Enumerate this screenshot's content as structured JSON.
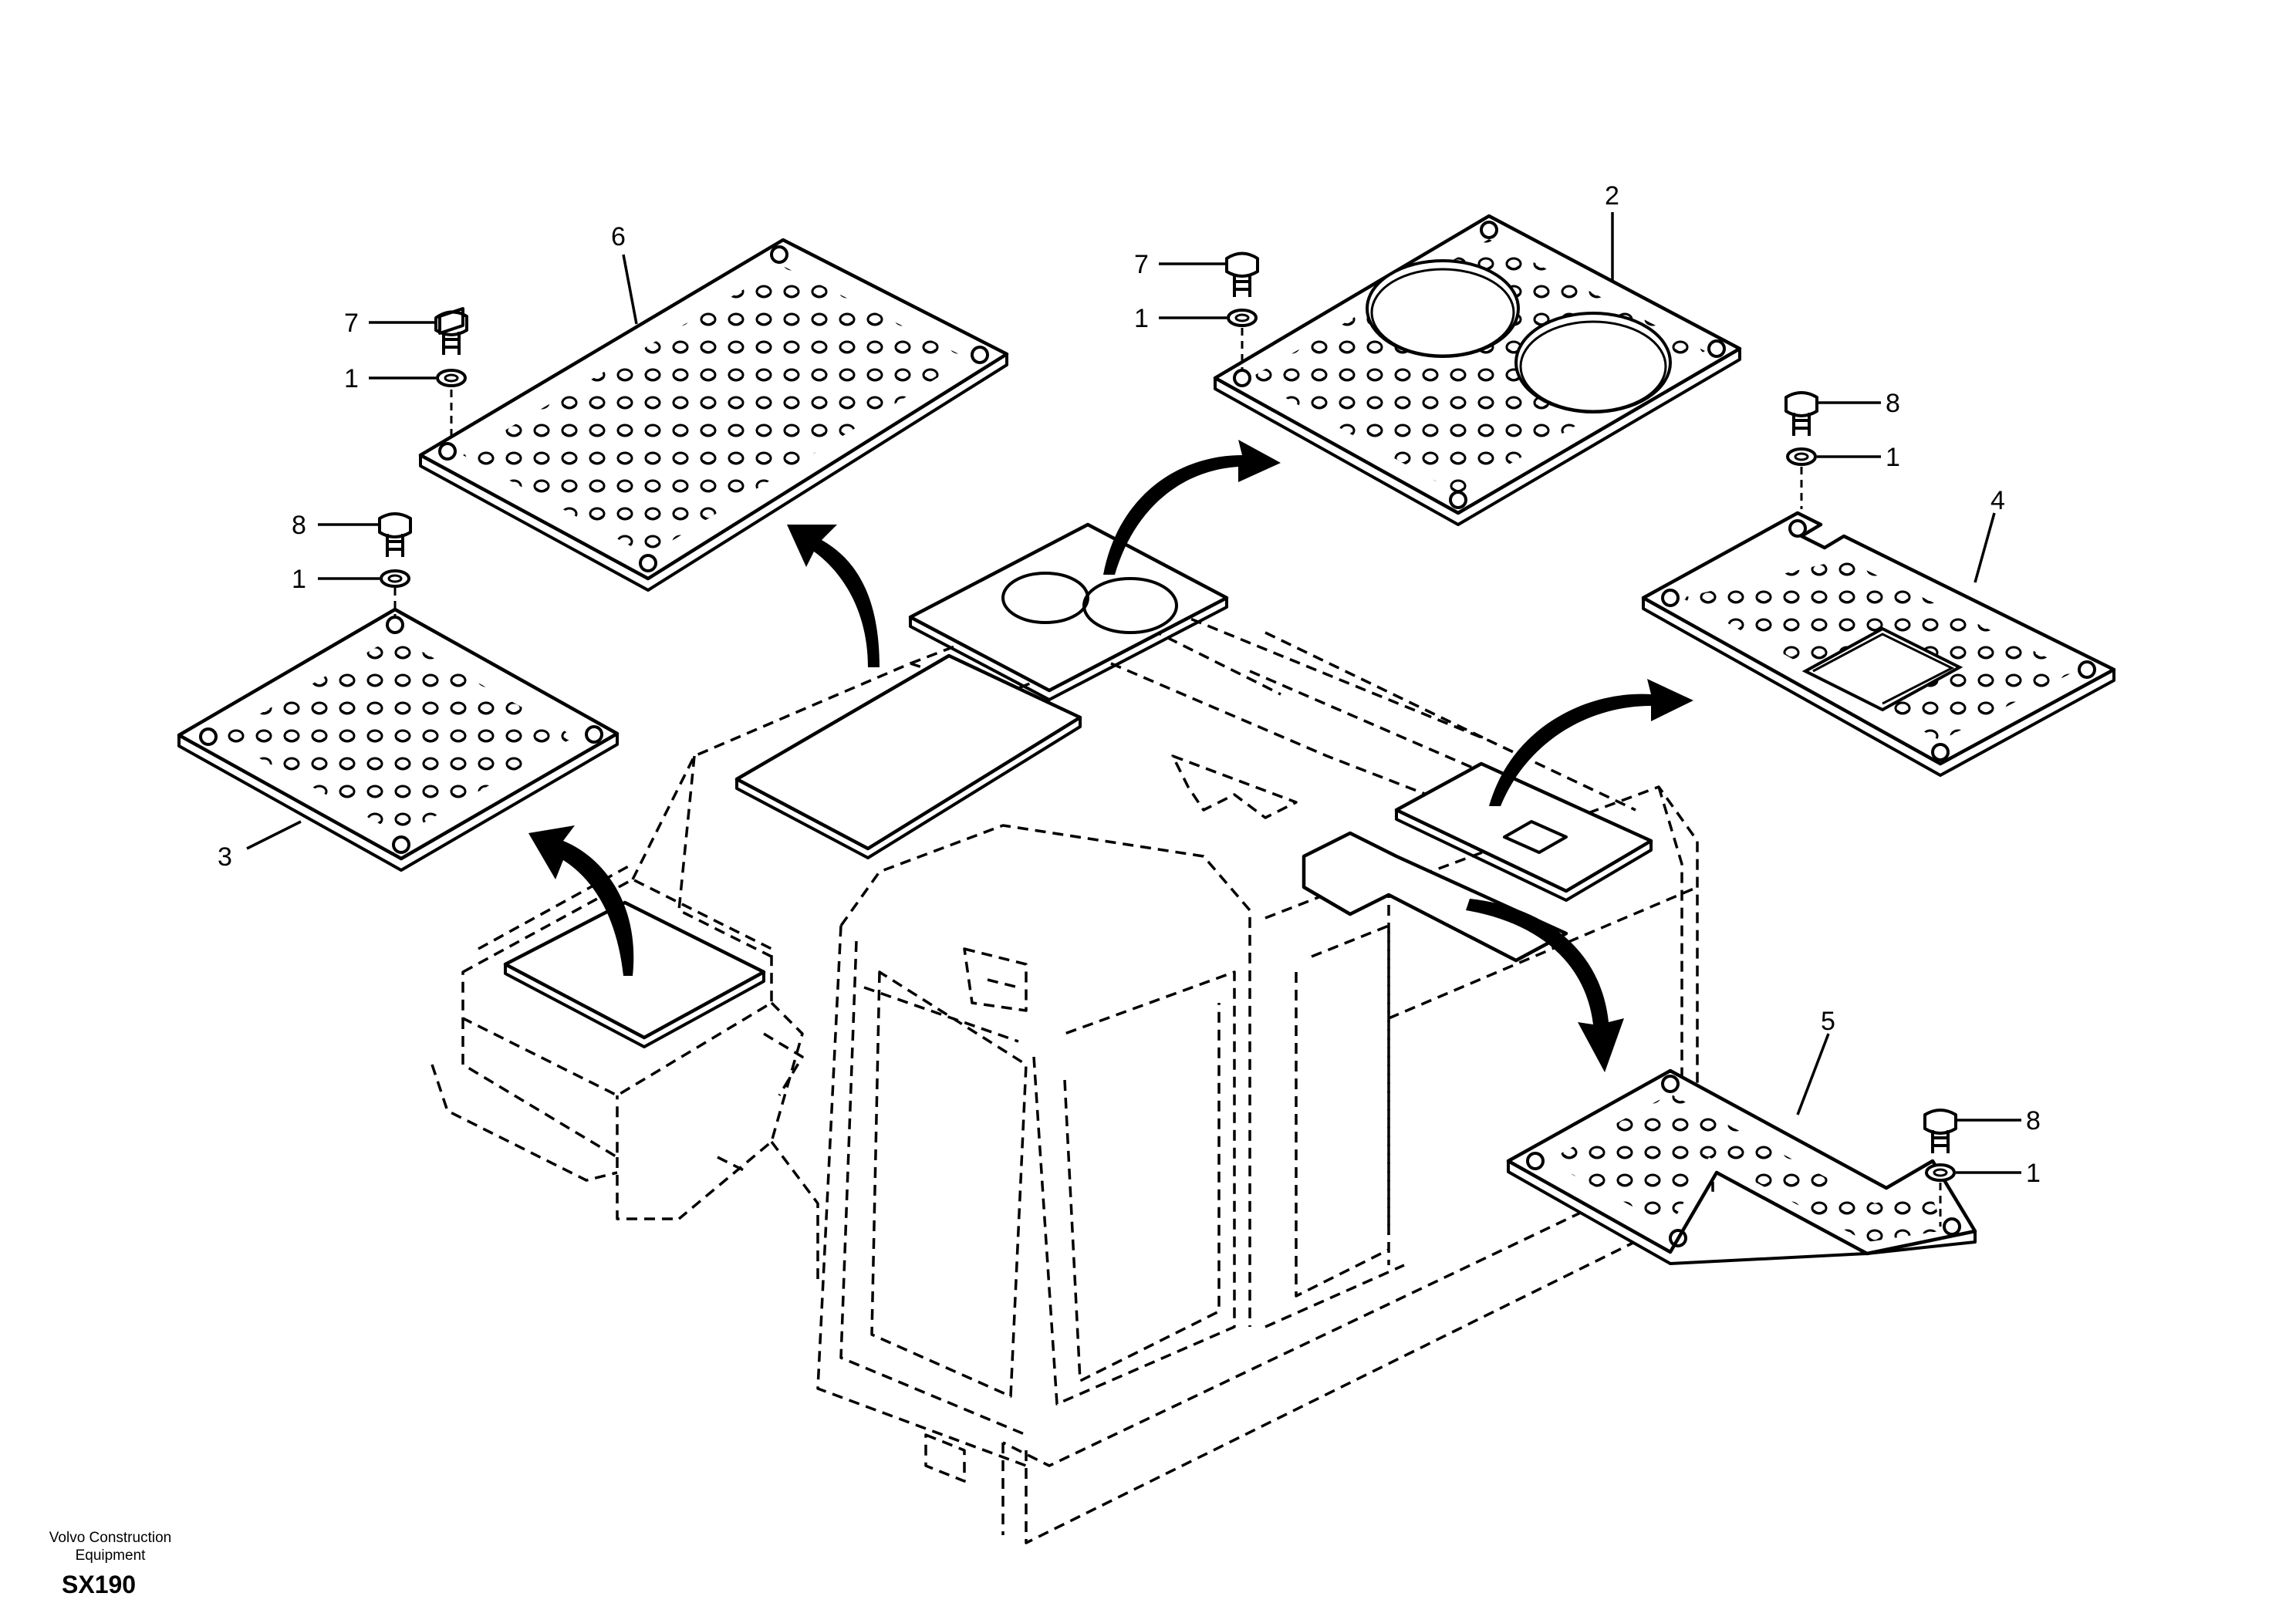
{
  "footer": {
    "company_line1": "Volvo Construction",
    "company_line2": "Equipment",
    "model": "SX190"
  },
  "callouts": {
    "plate_top_rear": "6",
    "plate_top_front": "2",
    "plate_left": "3",
    "plate_right_upper": "4",
    "plate_right_lower": "5",
    "bolt_a": "7",
    "washer_a": "1",
    "bolt_b": "7",
    "washer_b": "1",
    "bolt_c": "8",
    "washer_c": "1",
    "bolt_d": "8",
    "washer_d": "1",
    "bolt_e": "8",
    "washer_e": "1"
  }
}
